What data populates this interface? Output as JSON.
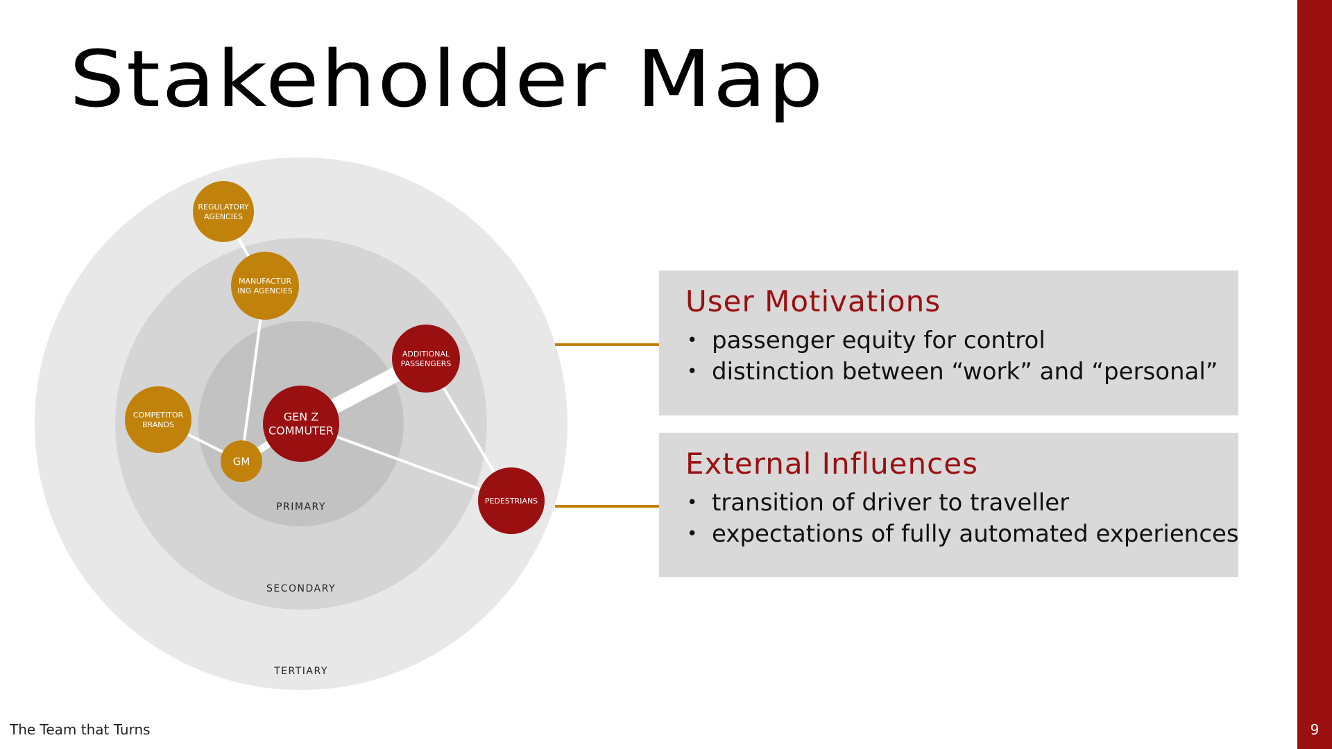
{
  "title": "Stakeholder Map",
  "footer": "The Team that Turns",
  "page_number": "9",
  "colors": {
    "accent_red": "#9a0f10",
    "accent_gold": "#c0820a",
    "ring_outer": "#e8e8e8",
    "ring_middle": "#d5d5d5",
    "ring_inner": "#c3c2c3",
    "panel_bg": "#d9d9d9"
  },
  "rings": {
    "primary": "PRIMARY",
    "secondary": "SECONDARY",
    "tertiary": "TERTIARY"
  },
  "nodes": {
    "center": "GEN Z COMMUTER",
    "gm": "GM",
    "additional_passengers": "ADDITIONAL PASSENGERS",
    "pedestrians": "PEDESTRIANS",
    "competitor_brands": "COMPETITOR BRANDS",
    "manufacturing_agencies": "MANUFACTUR ING AGENCIES",
    "regulatory_agencies": "REGULATORY AGENCIES"
  },
  "panels": {
    "motivations": {
      "heading": "User Motivations",
      "items": [
        "passenger equity for control",
        "distinction between “work” and “personal”"
      ]
    },
    "influences": {
      "heading": "External Influences",
      "items": [
        "transition of driver to traveller",
        "expectations of fully automated experiences"
      ]
    }
  }
}
